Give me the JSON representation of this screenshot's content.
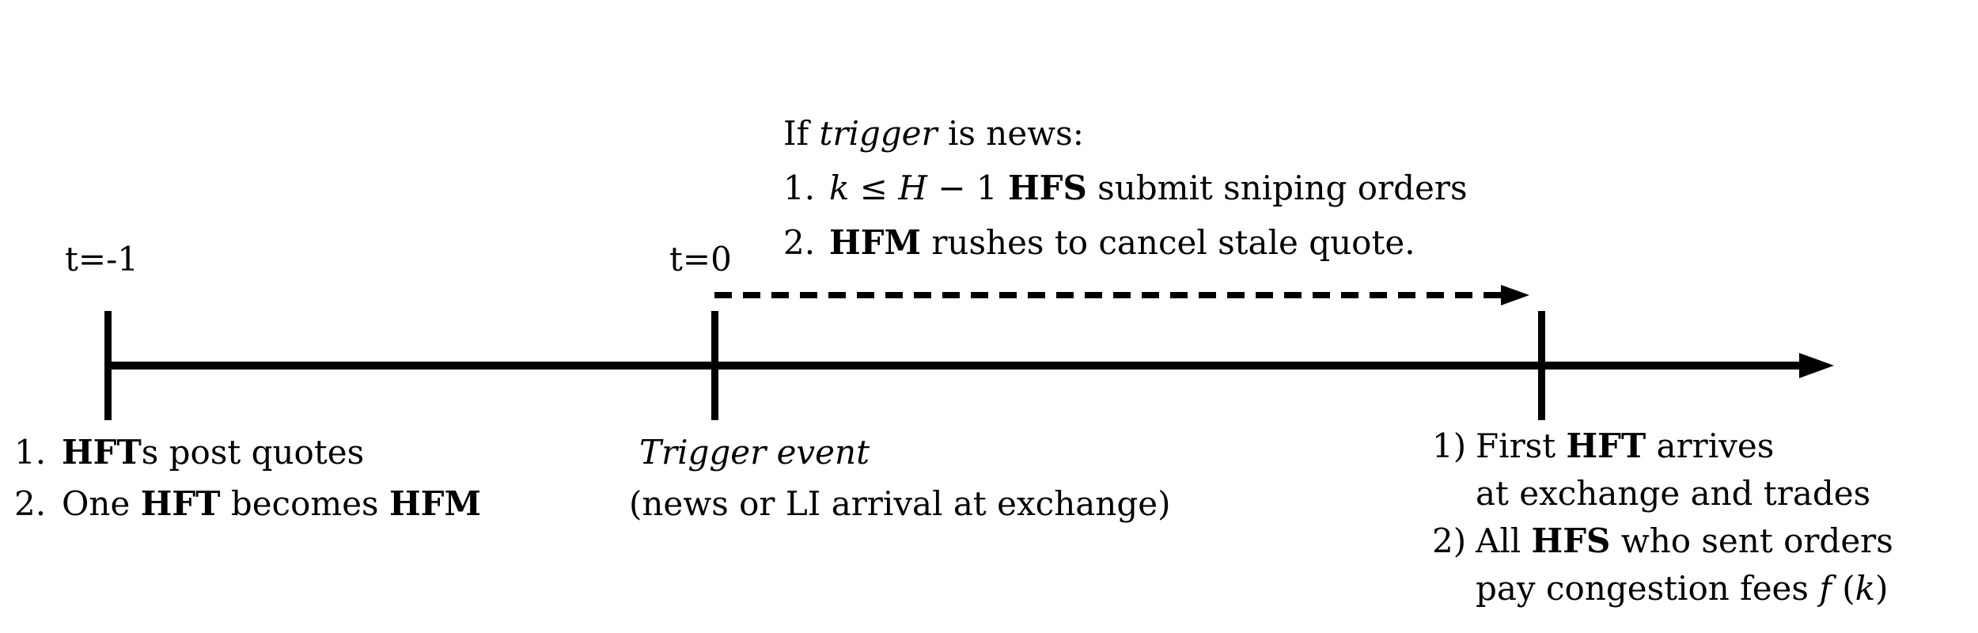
{
  "colors": {
    "background": "#ffffff",
    "ink": "#000000"
  },
  "upper_annotation": {
    "intro": {
      "pre": "If ",
      "emph": "trigger",
      "post": " is news:"
    },
    "item1": {
      "num": "1.",
      "math_k": "k",
      "rel": " ≤ ",
      "math_H": "H",
      "minus_one": " − 1 ",
      "actor": "HFS",
      "rest": " submit sniping orders"
    },
    "item2": {
      "num": "2.",
      "actor": "HFM",
      "rest": " rushes to cancel stale quote."
    }
  },
  "timeline": {
    "label_t_minus_1": "t=-1",
    "label_t_zero": "t=0"
  },
  "event_left": {
    "item1": {
      "num": "1.",
      "actor": "HFT",
      "rest": "s post quotes"
    },
    "item2": {
      "num": "2.",
      "pre": "One ",
      "actor1": "HFT",
      "mid": " becomes ",
      "actor2": "HFM"
    }
  },
  "event_mid": {
    "title": "Trigger event",
    "subtitle": "(news or LI arrival at exchange)"
  },
  "event_right": {
    "item1": {
      "num": "1)",
      "pre": "First ",
      "actor": "HFT",
      "post": " arrives",
      "line2": "at exchange and trades"
    },
    "item2": {
      "num": "2)",
      "pre": "All ",
      "actor": "HFS",
      "post": " who sent orders",
      "line2_pre": "pay congestion fees ",
      "math_f": "f",
      "paren_open": " (",
      "math_k": "k",
      "paren_close": ")"
    }
  }
}
